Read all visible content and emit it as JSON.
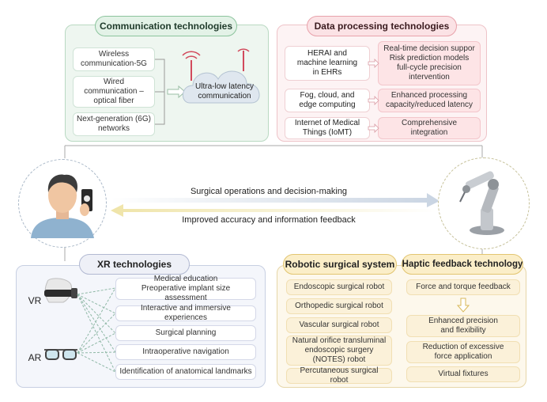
{
  "communication": {
    "title": "Communication technologies",
    "items": [
      "Wireless\ncommunication-5G",
      "Wired\ncommunication –\noptical fiber",
      "Next-generation (6G)\nnetworks"
    ],
    "result": "Ultra-low latency\ncommunication"
  },
  "data_processing": {
    "title": "Data processing technologies",
    "rows": [
      {
        "left": "HERAI and\nmachine learning\nin EHRs",
        "right": "Real-time decision suppor\nRisk prediction models\nfull-cycle precision\nintervention"
      },
      {
        "left": "Fog, cloud, and\nedge computing",
        "right": "Enhanced processing\ncapacity/reduced latency"
      },
      {
        "left": "Internet of Medical\nThings (IoMT)",
        "right": "Comprehensive\nintegration"
      }
    ]
  },
  "flow": {
    "forward": "Surgical operations and decision-making",
    "backward": "Improved accuracy and information feedback"
  },
  "xr": {
    "title": "XR technologies",
    "vr_label": "VR",
    "ar_label": "AR",
    "items": [
      "Medical education\nPreoperative implant size assessment",
      "Interactive and immersive experiences",
      "Surgical planning",
      "Intraoperative navigation",
      "Identification of anatomical landmarks"
    ]
  },
  "robotic": {
    "title": "Robotic surgical system",
    "items": [
      "Endoscopic surgical robot",
      "Orthopedic surgical robot",
      "Vascular surgical robot",
      "Natural orifice transluminal\nendoscopic surgery\n(NOTES) robot",
      "Percutaneous surgical robot"
    ]
  },
  "haptic": {
    "title": "Haptic feedback technology",
    "items": [
      "Force and torque feedback",
      "Enhanced precision\nand flexibility",
      "Reduction of excessive\nforce application",
      "Virtual fixtures"
    ]
  },
  "colors": {
    "green_panel": "#eef6f0",
    "pink_panel": "#fdf3f4",
    "blue_panel": "#f4f6fb",
    "yellow_panel": "#fdf8ec"
  }
}
